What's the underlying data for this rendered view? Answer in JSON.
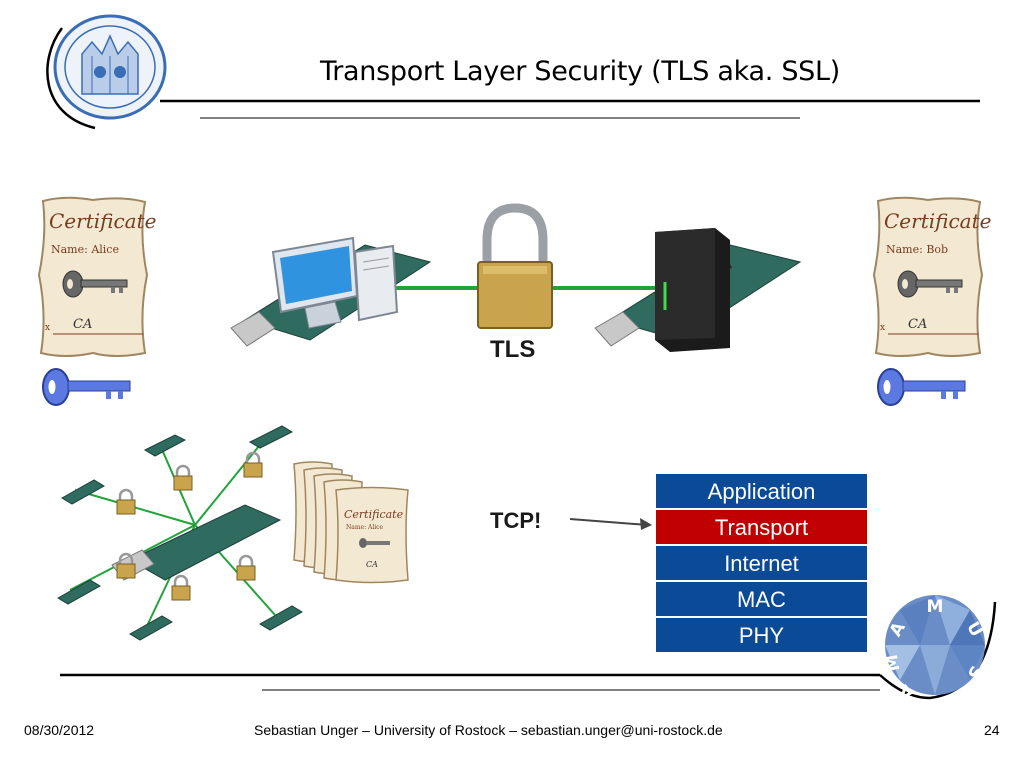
{
  "slide": {
    "title": "Transport Layer Security (TLS aka. SSL)"
  },
  "certificates": {
    "left": {
      "heading": "Certificate",
      "name": "Name: Alice",
      "sign_x": "x",
      "sign_ca": "CA"
    },
    "right": {
      "heading": "Certificate",
      "name": "Name: Bob",
      "sign_x": "x",
      "sign_ca": "CA"
    },
    "stack_front": {
      "heading": "Certificate",
      "name": "Name: Alice",
      "sign_ca": "CA"
    }
  },
  "labels": {
    "tls": "TLS",
    "tcp": "TCP!"
  },
  "protocol_stack": {
    "layers": [
      "Application",
      "Transport",
      "Internet",
      "MAC",
      "PHY"
    ],
    "highlighted": "Transport",
    "colors": {
      "layer": "#0b4a96",
      "highlight": "#c00000"
    }
  },
  "logo": {
    "letters": [
      "M",
      "U",
      "S",
      "A",
      "M",
      "A"
    ]
  },
  "footer": {
    "date": "08/30/2012",
    "center": "Sebastian Unger – University of Rostock – sebastian.unger@uni-rostock.de",
    "page": "24"
  }
}
